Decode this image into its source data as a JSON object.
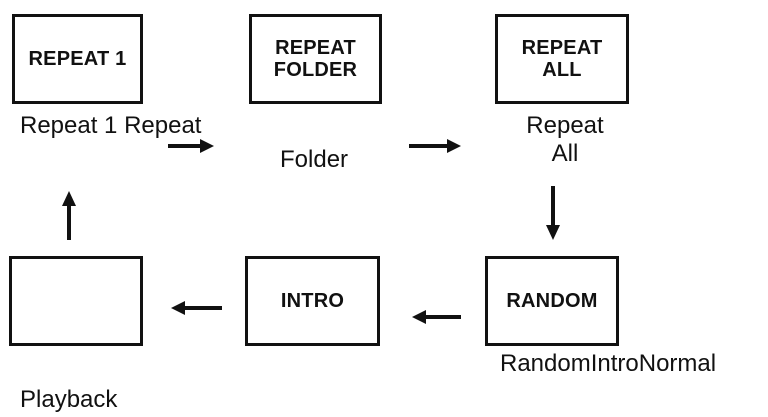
{
  "boxes": {
    "repeat_1": "REPEAT 1",
    "repeat_folder": "REPEAT\nFOLDER",
    "repeat_all": "REPEAT\nALL",
    "random": "RANDOM",
    "intro": "INTRO",
    "normal": ""
  },
  "captions": {
    "repeat_1_repeat": "Repeat 1 Repeat",
    "folder": "Folder",
    "repeat_all": "Repeat\nAll",
    "random_intro_normal": "RandomIntroNormal",
    "playback": "Playback"
  },
  "colors": {
    "ink": "#111111",
    "background": "#ffffff"
  }
}
